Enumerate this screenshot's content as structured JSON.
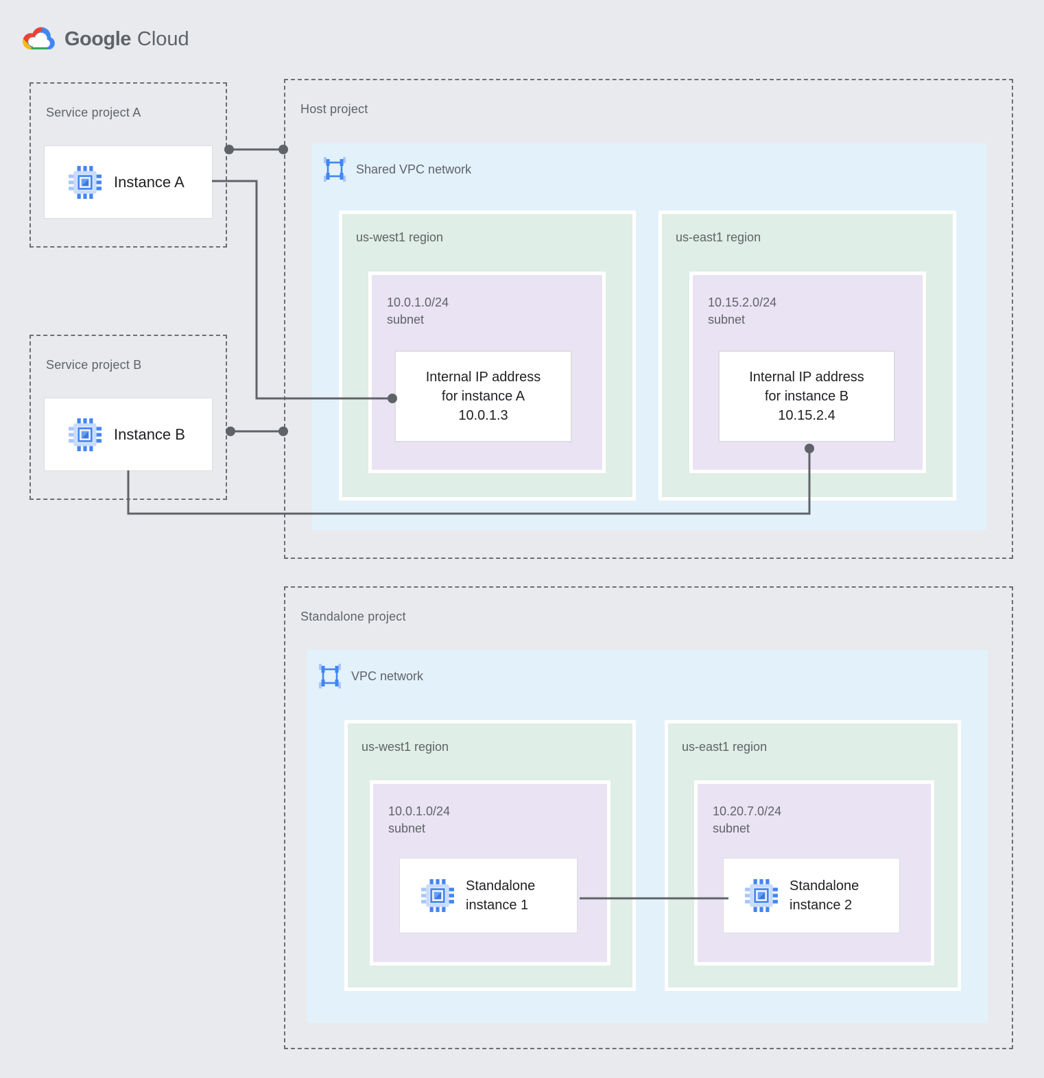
{
  "logo": {
    "brand": "Google",
    "product": "Cloud"
  },
  "service_project_a": {
    "label": "Service project A",
    "instance_label": "Instance A"
  },
  "service_project_b": {
    "label": "Service project B",
    "instance_label": "Instance B"
  },
  "host_project": {
    "label": "Host project",
    "network_label": "Shared VPC network",
    "west": {
      "region_label": "us-west1 region",
      "subnet_cidr": "10.0.1.0/24",
      "subnet_word": "subnet",
      "ip_line1": "Internal IP address",
      "ip_line2": "for instance A",
      "ip_line3": "10.0.1.3"
    },
    "east": {
      "region_label": "us-east1 region",
      "subnet_cidr": "10.15.2.0/24",
      "subnet_word": "subnet",
      "ip_line1": "Internal IP address",
      "ip_line2": "for instance B",
      "ip_line3": "10.15.2.4"
    }
  },
  "standalone_project": {
    "label": "Standalone project",
    "network_label": "VPC network",
    "west": {
      "region_label": "us-west1 region",
      "subnet_cidr": "10.0.1.0/24",
      "subnet_word": "subnet",
      "instance_line1": "Standalone",
      "instance_line2": "instance 1"
    },
    "east": {
      "region_label": "us-east1 region",
      "subnet_cidr": "10.20.7.0/24",
      "subnet_word": "subnet",
      "instance_line1": "Standalone",
      "instance_line2": "instance 2"
    }
  },
  "icons": {
    "logo_icon": "google-cloud-logo",
    "network_icon": "vpc-network-icon",
    "instance_icon": "compute-instance-icon"
  },
  "colors": {
    "background": "#e8eaed",
    "vpc_panel_blue": "#e3f1fb",
    "region_panel_green": "#dfeee6",
    "subnet_panel_purple": "#eae3f4",
    "card_white": "#ffffff",
    "card_border": "#dadce0",
    "dashed_border": "#6b6f73",
    "connector": "#5f6368",
    "label_gray": "#5f6368",
    "text_dark": "#202124",
    "google_blue": "#4285f4",
    "google_red": "#ea4335",
    "google_yellow": "#fbbc04",
    "google_green": "#34a853",
    "icon_light_blue": "#a8c7fa"
  }
}
